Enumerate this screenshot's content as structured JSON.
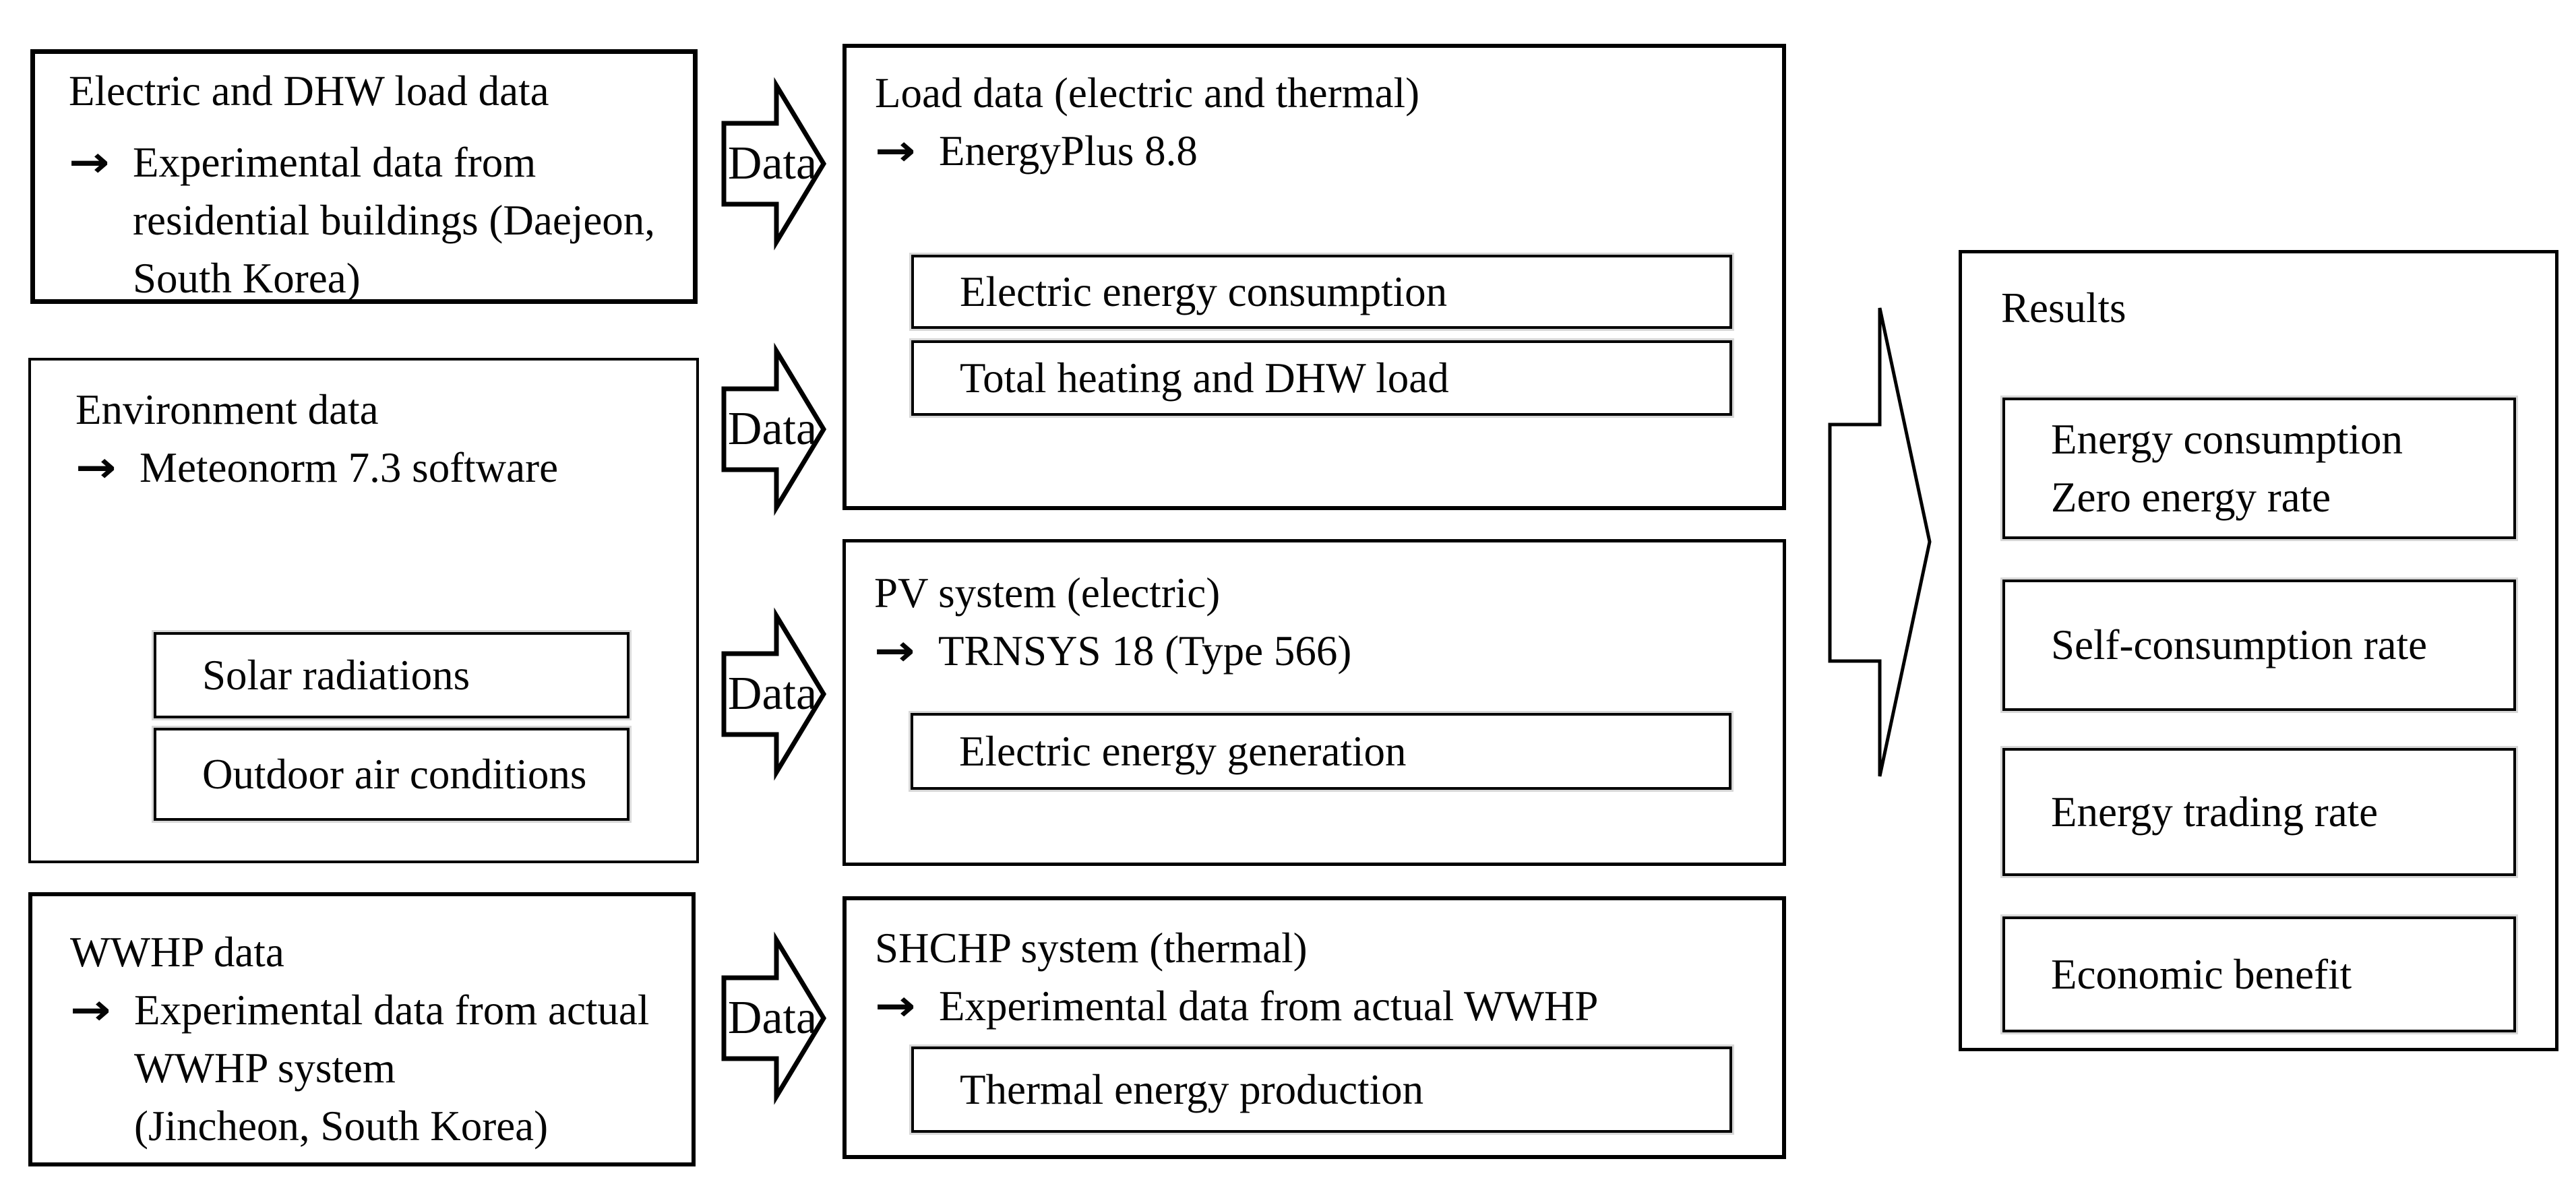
{
  "figure": {
    "background_color": "#ffffff",
    "stroke_color": "#000000",
    "bullet_icon": "→",
    "arrow_label": "Data",
    "left_column": [
      {
        "title": "Electric and DHW load data",
        "bullet_lines": [
          "Experimental data from",
          "residential buildings (Daejeon,",
          "South Korea)"
        ]
      },
      {
        "title": "Environment data",
        "bullet_lines": [
          "Meteonorm 7.3 software"
        ],
        "sub_boxes": [
          "Solar radiations",
          "Outdoor air conditions"
        ]
      },
      {
        "title": "WWHP data",
        "bullet_lines": [
          "Experimental data from actual",
          "WWHP system",
          "(Jincheon, South Korea)"
        ]
      }
    ],
    "middle_column": [
      {
        "title": "Load data (electric and thermal)",
        "bullet_lines": [
          "EnergyPlus 8.8"
        ],
        "sub_boxes": [
          "Electric energy consumption",
          "Total heating and DHW load"
        ]
      },
      {
        "title": "PV system (electric)",
        "bullet_lines": [
          "TRNSYS 18 (Type 566)"
        ],
        "sub_boxes": [
          "Electric energy generation"
        ]
      },
      {
        "title": "SHCHP system (thermal)",
        "bullet_lines": [
          "Experimental data from actual WWHP"
        ],
        "sub_boxes": [
          "Thermal energy production"
        ]
      }
    ],
    "results": {
      "title": "Results",
      "items": [
        {
          "lines": [
            "Energy consumption",
            "Zero energy rate"
          ]
        },
        {
          "lines": [
            "Self-consumption rate"
          ]
        },
        {
          "lines": [
            "Energy trading rate"
          ]
        },
        {
          "lines": [
            "Economic benefit"
          ]
        }
      ]
    }
  }
}
